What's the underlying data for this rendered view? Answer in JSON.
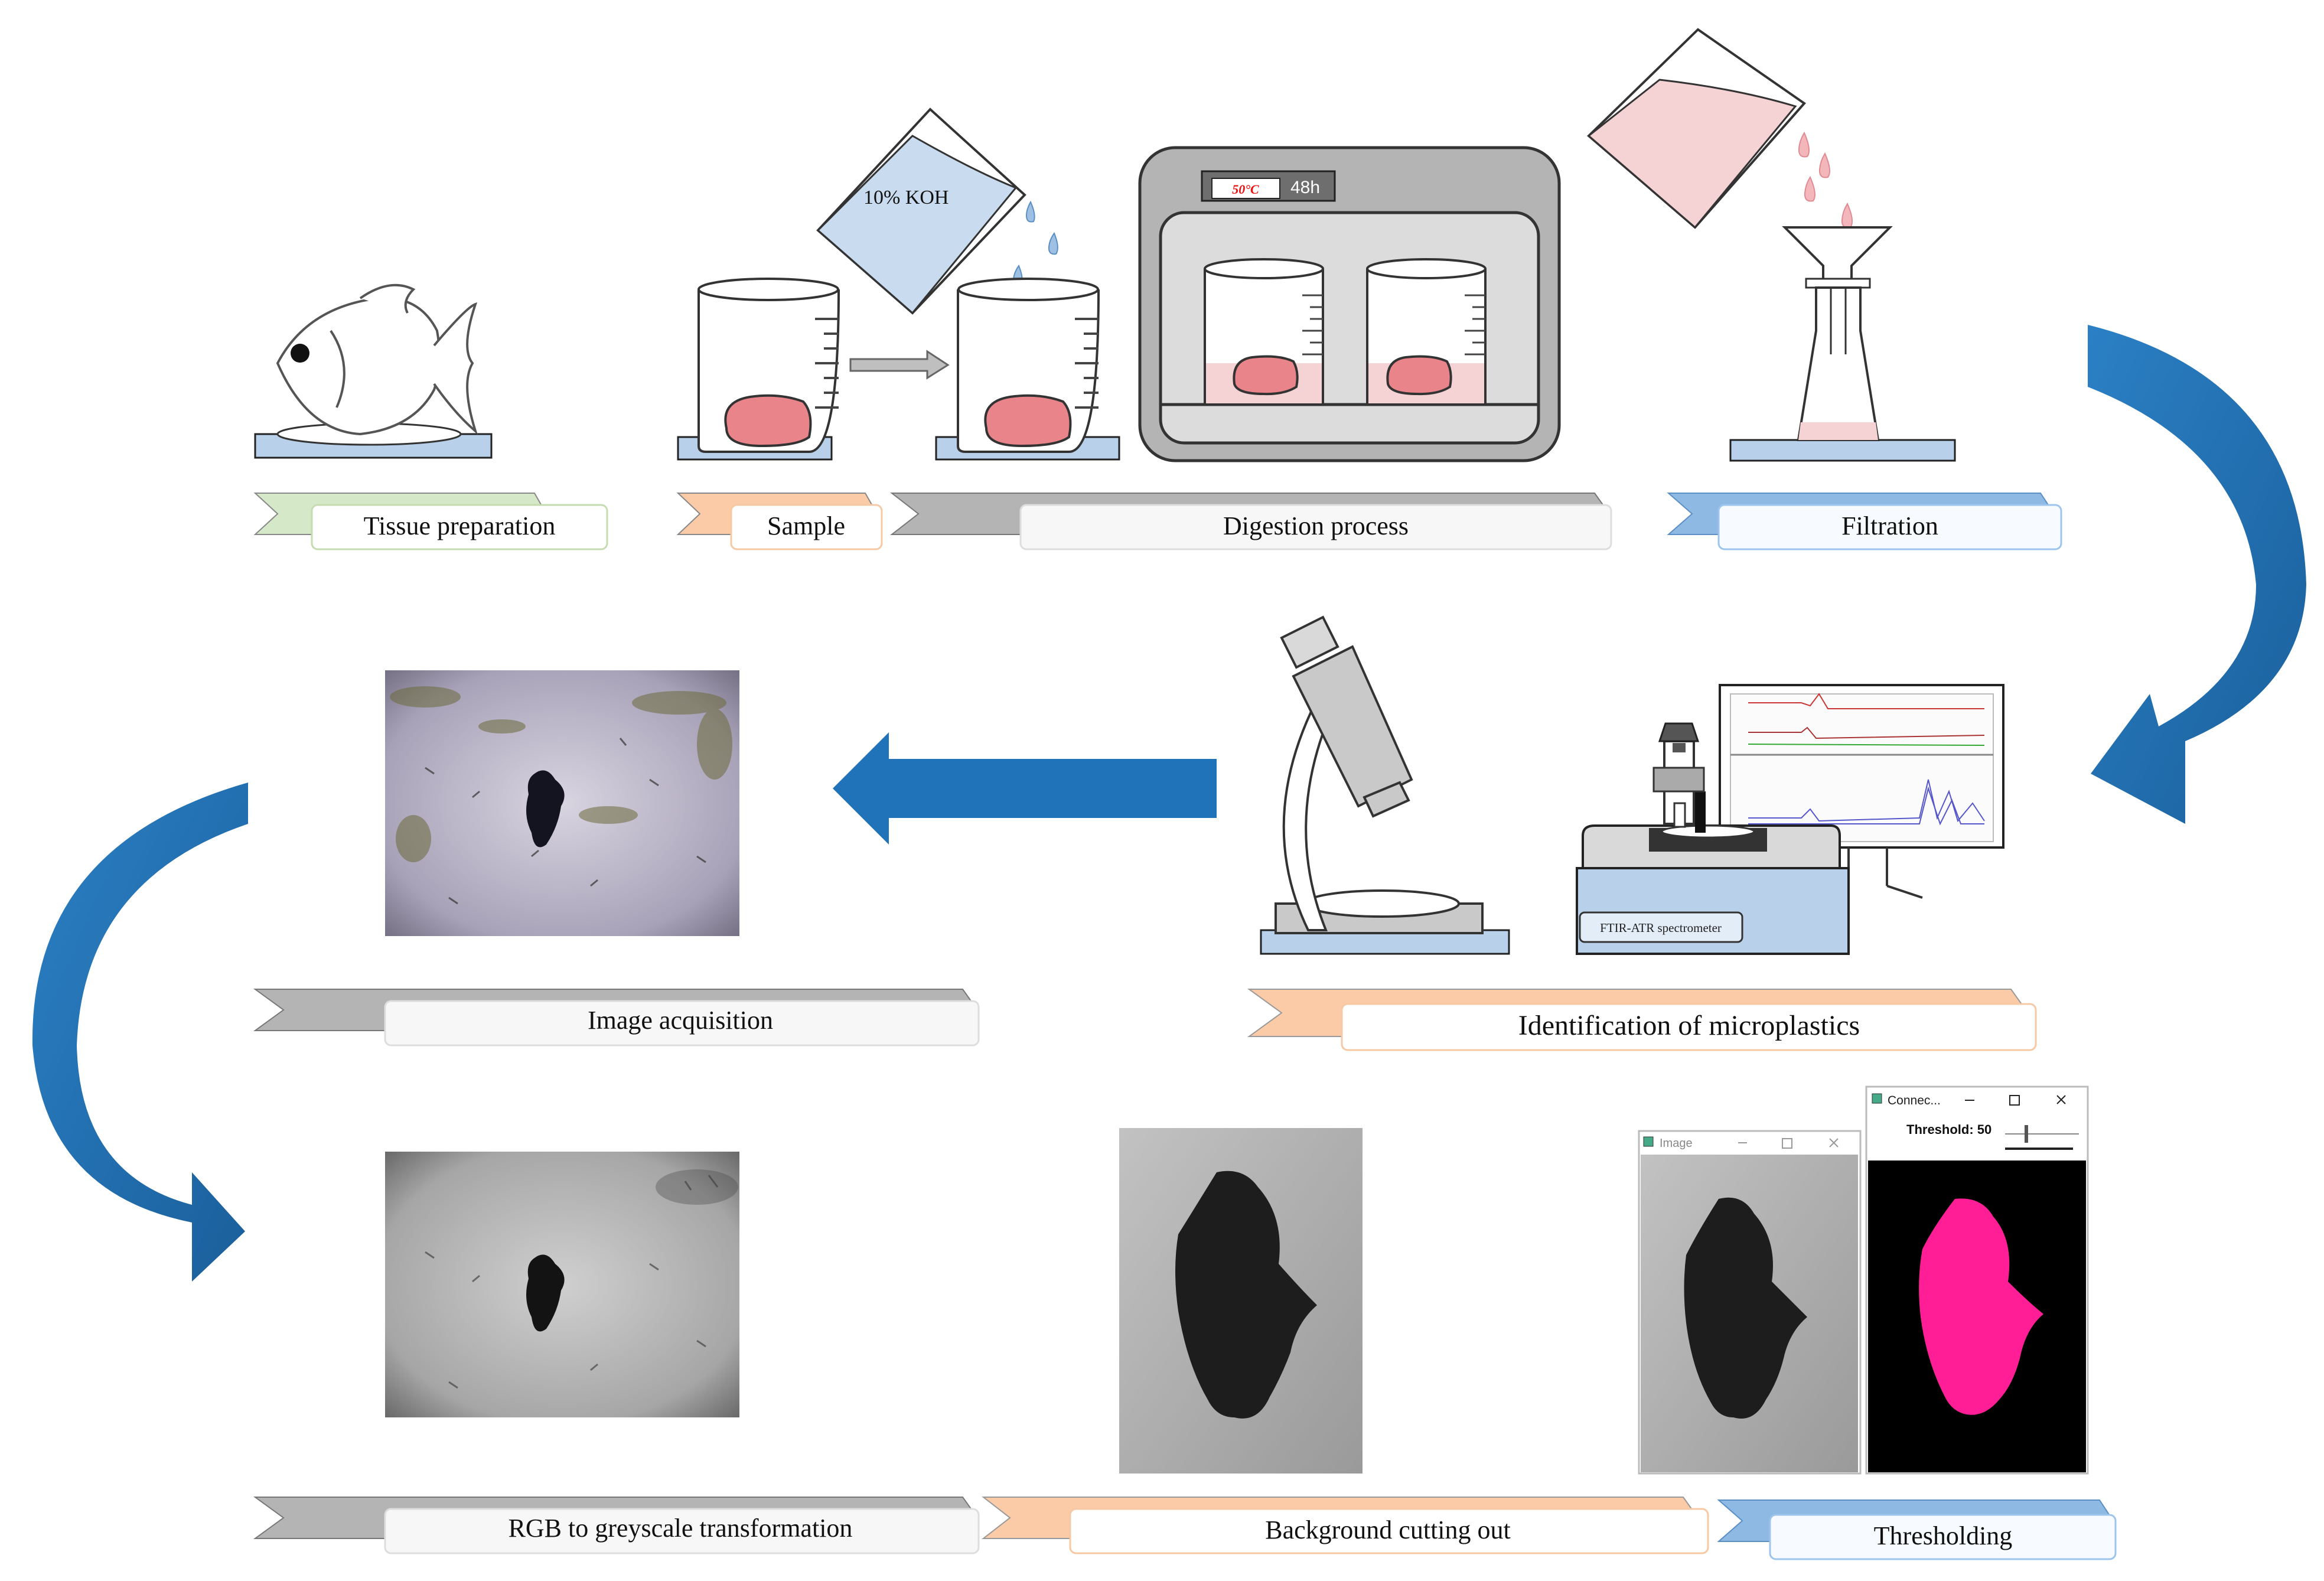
{
  "steps": {
    "tissue": "Tissue preparation",
    "sample": "Sample",
    "digestion": "Digestion process",
    "filtration": "Filtration",
    "identification": "Identification of microplastics",
    "acquisition": "Image acquisition",
    "greyscale": "RGB to greyscale transformation",
    "background": "Background cutting out",
    "thresholding": "Thresholding"
  },
  "beaker_label": "10% KOH",
  "incubator": {
    "temperature": "50°C",
    "time": "48h"
  },
  "spectrometer_label": "FTIR-ATR spectrometer",
  "windows": {
    "image_title": "Image",
    "connect_title": "Connec...",
    "threshold_label": "Threshold: 50"
  },
  "colors": {
    "arrow_blue": "#1f6fb0",
    "tissue_pink": "#e8848a",
    "liquid_pink": "#f5d2d4",
    "stage_blue": "#b8d0ea",
    "mask_magenta": "#ff1e96"
  }
}
